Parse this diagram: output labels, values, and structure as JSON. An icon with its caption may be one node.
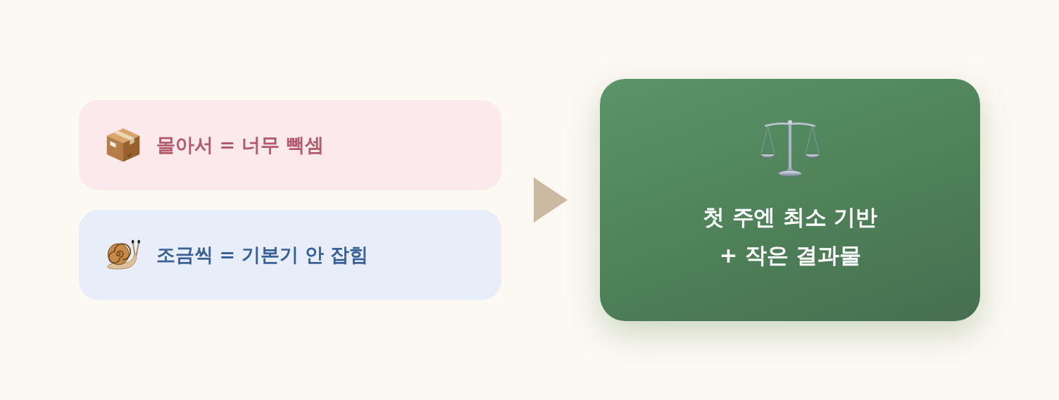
{
  "diagram": {
    "nodes": [
      {
        "text": [
          "몰아서 = 너무 빽셈"
        ]
      },
      {
        "text": [
          "조금씩 = 기본기 안 잡힘"
        ]
      },
      {
        "text": [
          "첫 주엔 최소 기반 + 작은 결과물"
        ]
      }
    ],
    "edges": [
      {
        "from": 0,
        "to": 2,
        "arrow": "to"
      },
      {
        "from": 1,
        "to": 2,
        "arrow": "to"
      }
    ]
  }
}
